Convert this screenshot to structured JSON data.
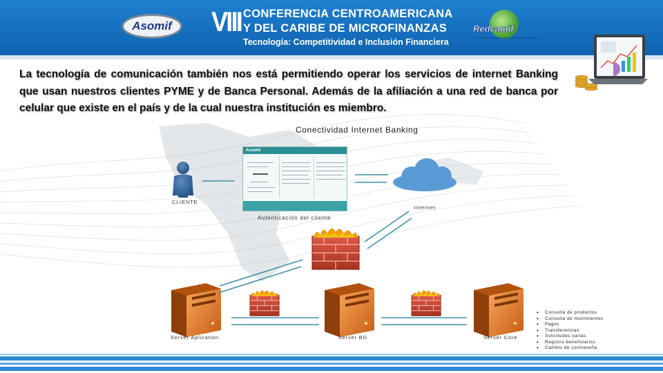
{
  "header": {
    "logo_left": "Asomif",
    "numeral": "VIII",
    "line1": "CONFERENCIA CENTROAMERICANA",
    "line2": "Y DEL CARIBE DE MICROFINANZAS",
    "line3": "Tecnología: Competitividad e Inclusión Financiera",
    "logo_right": "Redcamif",
    "logo_right_tagline": "Red Centroamericana y del Caribe de Microfinanzas"
  },
  "intro_text": "La tecnología de comunicación también nos está permitiendo operar los servicios de internet Banking que usan nuestros clientes PYME y de Banca Personal. Además de la afiliación a una red de banca por celular que existe en el país y de la cual nuestra institución es miembro.",
  "diagram": {
    "title": "Conectividad Internet Banking",
    "client_label": "CLIENTE",
    "auth_label": "Autenticación del cliente",
    "webpage_brand": "Acsemi",
    "internet_label": "Internet",
    "server_app_label": "Server Aplication",
    "server_bd_label": "Server BD",
    "server_core_label": "Server Core",
    "services": [
      "Consulta de productos",
      "Consulta de movimientos",
      "Pagos",
      "Transferencias",
      "Solicitudes varias",
      "Registro beneficiarios",
      "Cambio de contraseña"
    ]
  },
  "colors": {
    "header_blue": "#1574c4",
    "server_orange": "#e87a2c",
    "firewall_red": "#c0392b",
    "arrow_teal": "#3f8fa8",
    "cloud_blue": "#5b9bd5",
    "person_blue": "#2c5d8f"
  }
}
